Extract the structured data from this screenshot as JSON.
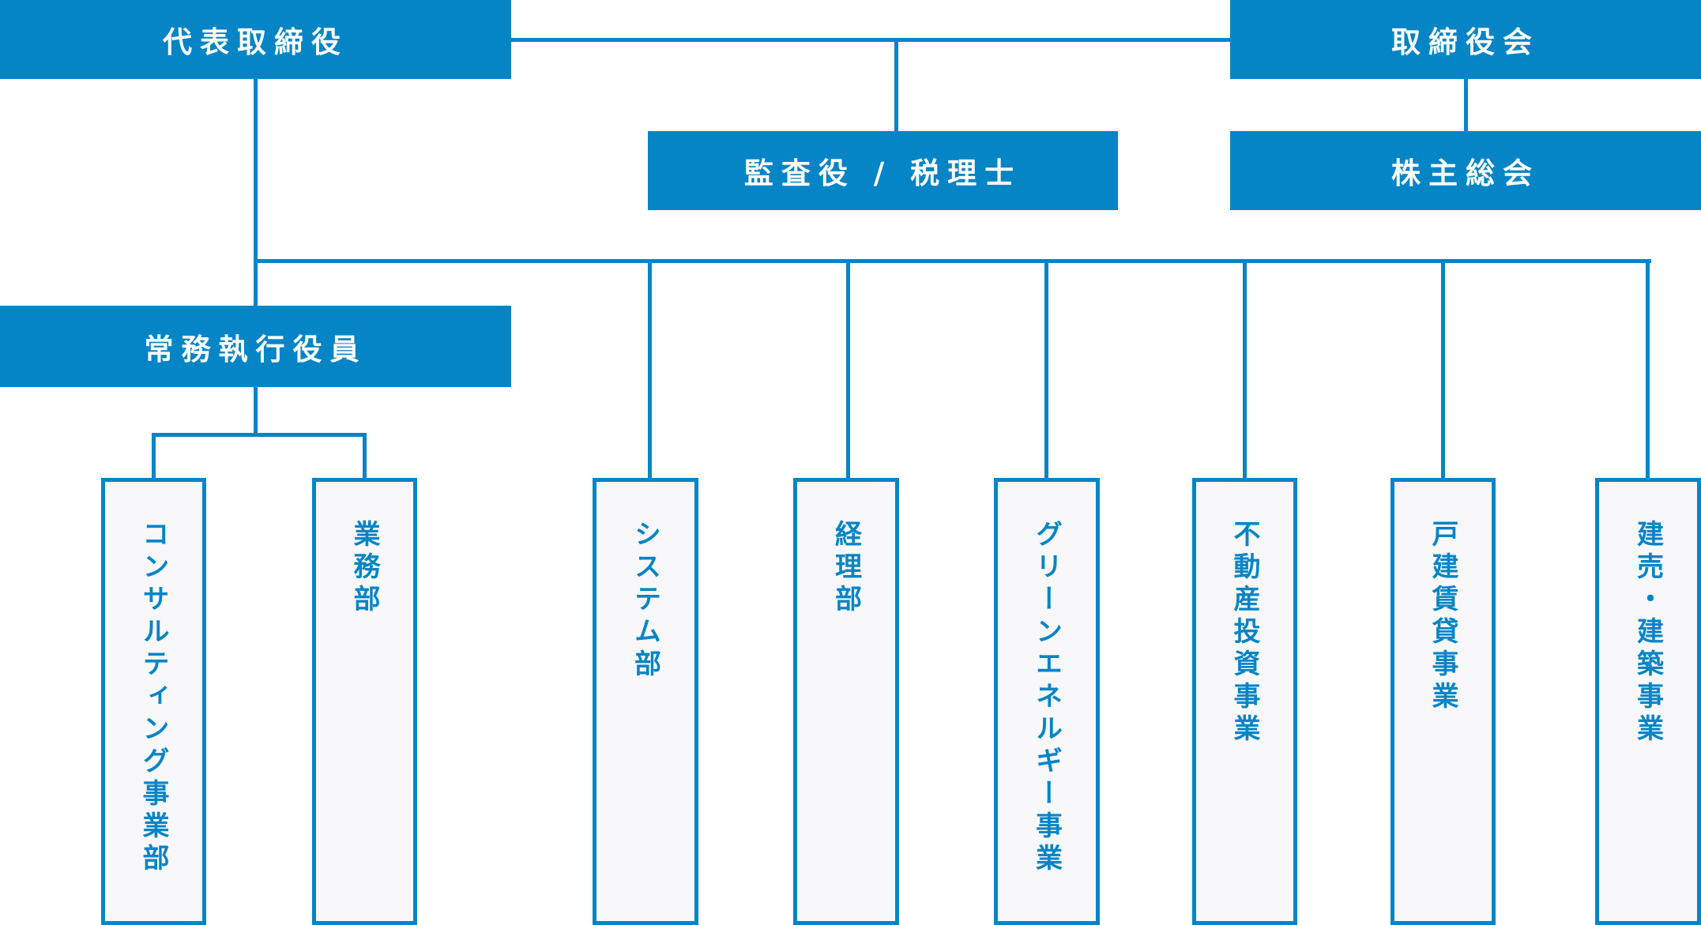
{
  "accent_color": "#0585c6",
  "top": {
    "ceo": "代表取締役",
    "board": "取締役会",
    "auditor": "監査役 / 税理士",
    "shareholders": "株主総会",
    "managing_officer": "常務執行役員"
  },
  "departments": [
    "コンサルティング事業部",
    "業務部",
    "システム部",
    "経理部",
    "グリーンエネルギー事業",
    "不動産投資事業",
    "戸建賃貸事業",
    "建売・建築事業"
  ]
}
